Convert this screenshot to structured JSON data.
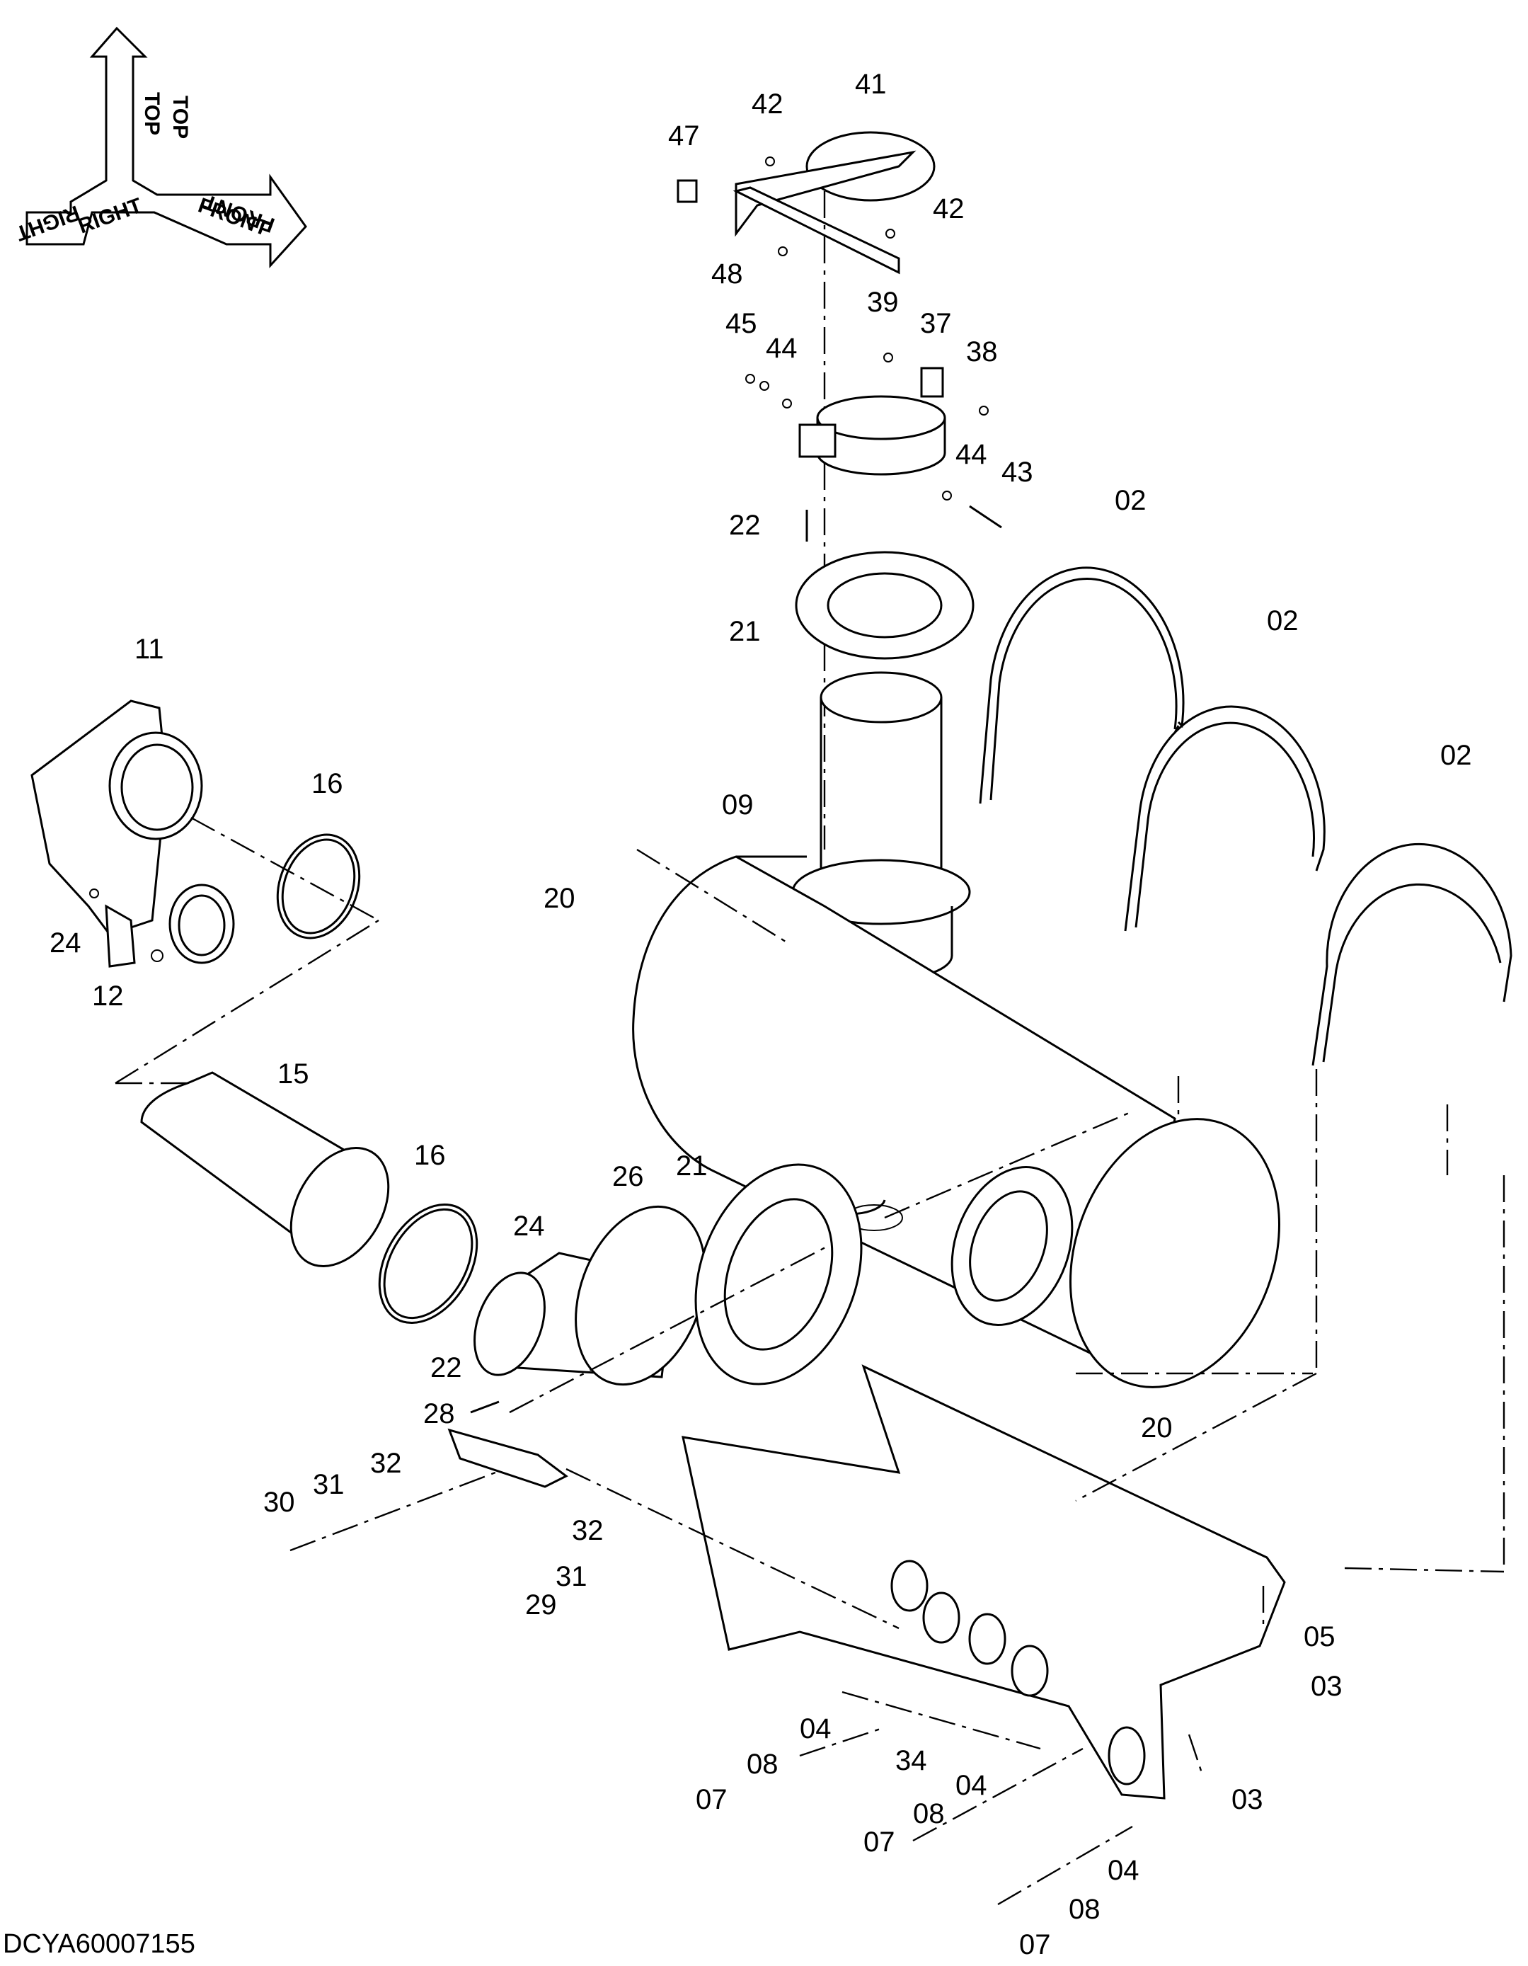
{
  "drawing_code": "DCYA60007155",
  "orientation": {
    "top": "TOP",
    "right": "RIGHT",
    "front": "FRONT"
  },
  "callouts": [
    {
      "id": "c47",
      "text": "47"
    },
    {
      "id": "c42a",
      "text": "42"
    },
    {
      "id": "c41",
      "text": "41"
    },
    {
      "id": "c42b",
      "text": "42"
    },
    {
      "id": "c48",
      "text": "48"
    },
    {
      "id": "c45",
      "text": "45"
    },
    {
      "id": "c44a",
      "text": "44"
    },
    {
      "id": "c39",
      "text": "39"
    },
    {
      "id": "c37",
      "text": "37"
    },
    {
      "id": "c38",
      "text": "38"
    },
    {
      "id": "c44b",
      "text": "44"
    },
    {
      "id": "c43",
      "text": "43"
    },
    {
      "id": "c22a",
      "text": "22"
    },
    {
      "id": "c21a",
      "text": "21"
    },
    {
      "id": "c02a",
      "text": "02"
    },
    {
      "id": "c02b",
      "text": "02"
    },
    {
      "id": "c02c",
      "text": "02"
    },
    {
      "id": "c11",
      "text": "11"
    },
    {
      "id": "c16a",
      "text": "16"
    },
    {
      "id": "c09",
      "text": "09"
    },
    {
      "id": "c20a",
      "text": "20"
    },
    {
      "id": "c24a",
      "text": "24"
    },
    {
      "id": "c12",
      "text": "12"
    },
    {
      "id": "c15",
      "text": "15"
    },
    {
      "id": "c16b",
      "text": "16"
    },
    {
      "id": "c26",
      "text": "26"
    },
    {
      "id": "c21b",
      "text": "21"
    },
    {
      "id": "c24b",
      "text": "24"
    },
    {
      "id": "c22b",
      "text": "22"
    },
    {
      "id": "c28",
      "text": "28"
    },
    {
      "id": "c20b",
      "text": "20"
    },
    {
      "id": "c32a",
      "text": "32"
    },
    {
      "id": "c31a",
      "text": "31"
    },
    {
      "id": "c30",
      "text": "30"
    },
    {
      "id": "c32b",
      "text": "32"
    },
    {
      "id": "c31b",
      "text": "31"
    },
    {
      "id": "c29",
      "text": "29"
    },
    {
      "id": "c05",
      "text": "05"
    },
    {
      "id": "c03a",
      "text": "03"
    },
    {
      "id": "c04a",
      "text": "04"
    },
    {
      "id": "c08a",
      "text": "08"
    },
    {
      "id": "c07a",
      "text": "07"
    },
    {
      "id": "c34",
      "text": "34"
    },
    {
      "id": "c03b",
      "text": "03"
    },
    {
      "id": "c04b",
      "text": "04"
    },
    {
      "id": "c08b",
      "text": "08"
    },
    {
      "id": "c07b",
      "text": "07"
    },
    {
      "id": "c04c",
      "text": "04"
    },
    {
      "id": "c08c",
      "text": "08"
    },
    {
      "id": "c07c",
      "text": "07"
    }
  ]
}
